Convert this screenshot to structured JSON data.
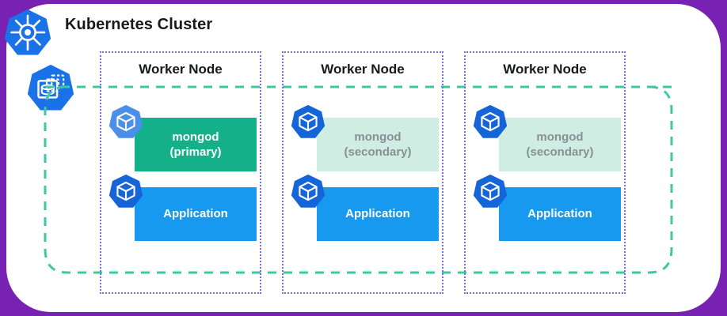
{
  "header": {
    "title": "Kubernetes Cluster",
    "logo_icon": "kubernetes-helm-icon",
    "replicaset_icon": "mongodb-replicaset-icon"
  },
  "colors": {
    "frame_purple": "#7822B4",
    "card_white": "#FFFFFF",
    "kubernetes_blue": "#1A72E8",
    "pod_icon_light_blue": "#4A8FE8",
    "pod_icon_blue": "#1565D8",
    "mongod_primary_teal": "#14B08A",
    "mongod_secondary_mint": "#CFEDE3",
    "mongod_secondary_text": "#8A8F95",
    "application_azure": "#1899F0",
    "node_border_purple": "#7B68E8",
    "replicaset_line_teal": "#3CC9A0",
    "title_text": "#18191A"
  },
  "nodes": [
    {
      "title": "Worker Node",
      "pods": [
        {
          "name": "mongod-primary-pod",
          "line1": "mongod",
          "line2": "(primary)",
          "style": "primary",
          "icon": "kubernetes-pod-icon",
          "icon_tone": "light"
        },
        {
          "name": "application-pod",
          "line1": "Application",
          "line2": "",
          "style": "app",
          "icon": "kubernetes-pod-icon",
          "icon_tone": "dark"
        }
      ]
    },
    {
      "title": "Worker Node",
      "pods": [
        {
          "name": "mongod-secondary-pod",
          "line1": "mongod",
          "line2": "(secondary)",
          "style": "secondary",
          "icon": "kubernetes-pod-icon",
          "icon_tone": "dark"
        },
        {
          "name": "application-pod",
          "line1": "Application",
          "line2": "",
          "style": "app",
          "icon": "kubernetes-pod-icon",
          "icon_tone": "dark"
        }
      ]
    },
    {
      "title": "Worker Node",
      "pods": [
        {
          "name": "mongod-secondary-pod",
          "line1": "mongod",
          "line2": "(secondary)",
          "style": "secondary",
          "icon": "kubernetes-pod-icon",
          "icon_tone": "dark"
        },
        {
          "name": "application-pod",
          "line1": "Application",
          "line2": "",
          "style": "app",
          "icon": "kubernetes-pod-icon",
          "icon_tone": "dark"
        }
      ]
    }
  ],
  "connector": {
    "name": "replicaset-connection-loop",
    "style": "dashed",
    "color": "#3CC9A0"
  }
}
